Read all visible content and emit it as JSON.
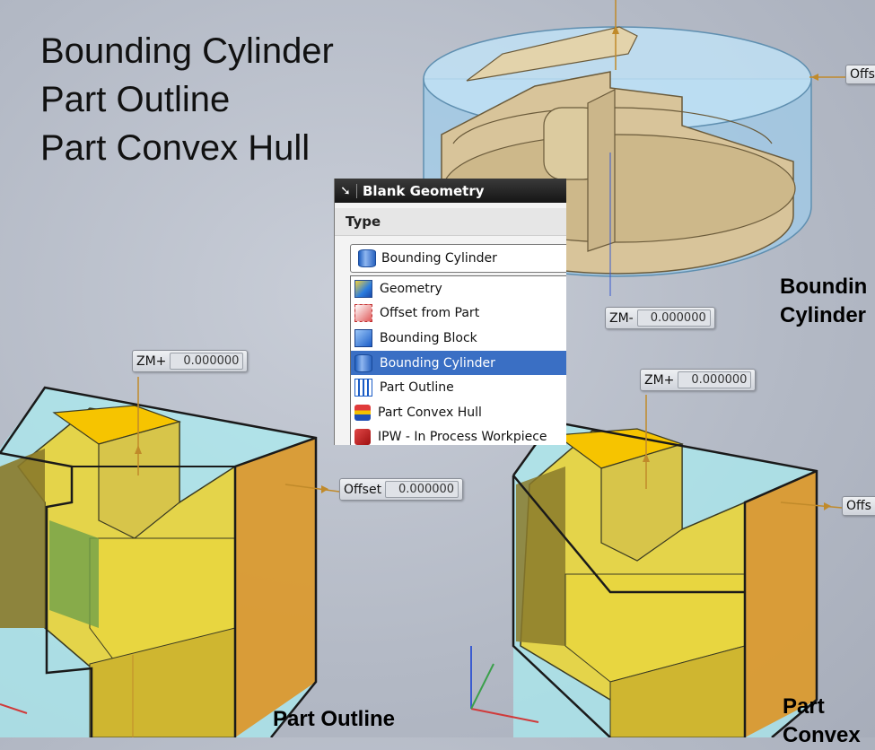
{
  "headline": {
    "line1": "Bounding Cylinder",
    "line2": "Part Outline",
    "line3": "Part Convex Hull"
  },
  "dialog": {
    "title": "Blank Geometry",
    "type_label": "Type",
    "selected_value": "Bounding Cylinder",
    "options": [
      {
        "label": "Geometry",
        "icon": "geometry-icon"
      },
      {
        "label": "Offset from Part",
        "icon": "offset-from-part-icon"
      },
      {
        "label": "Bounding Block",
        "icon": "bounding-block-icon"
      },
      {
        "label": "Bounding Cylinder",
        "icon": "bounding-cylinder-icon",
        "selected": true
      },
      {
        "label": "Part Outline",
        "icon": "part-outline-icon"
      },
      {
        "label": "Part Convex Hull",
        "icon": "part-convex-hull-icon"
      },
      {
        "label": "IPW - In Process Workpiece",
        "icon": "ipw-icon"
      }
    ]
  },
  "handles": {
    "cylinder_offset_label": "Offs",
    "cylinder_zm_minus_label": "ZM-",
    "cylinder_zm_minus_value": "0.000000",
    "outline_zm_plus_label": "ZM+",
    "outline_zm_plus_value": "0.000000",
    "outline_offset_label": "Offset",
    "outline_offset_value": "0.000000",
    "hull_zm_plus_label": "ZM+",
    "hull_zm_plus_value": "0.000000",
    "hull_offset_label": "Offs"
  },
  "view_labels": {
    "cylinder_line1": "Boundin",
    "cylinder_line2": "Cylinder",
    "outline": "Part Outline",
    "hull_line1": "Part",
    "hull_line2": "Convex"
  },
  "colors": {
    "part_tan": "#d8c49a",
    "part_yellow": "#e4d44a",
    "top_orange": "#f6c400",
    "side_orange": "#e0901a",
    "stock_cyan": "#a9eef2",
    "cylinder_blue": "#9fcbe8",
    "selection_blue": "#3a6fc4"
  }
}
